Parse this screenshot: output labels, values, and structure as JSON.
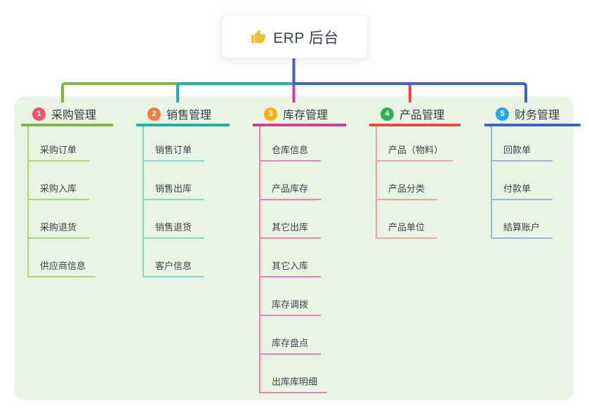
{
  "root": {
    "icon": "thumbs-up",
    "title": "ERP 后台"
  },
  "colors": {
    "canvas": "#FFFFFF",
    "panel": "#E7F5E2",
    "stem": "#4A5BC9",
    "thumb": "#F6BE2C",
    "title_text": "#3A4150",
    "node_text": "#333A45",
    "child_text": "#3C424C"
  },
  "branches": [
    {
      "index": "1",
      "label": "采购管理",
      "badge_color": "#F4516C",
      "line_color": "#7CBA3F",
      "child_line_color": "#ABD47F",
      "children": [
        "采购订单",
        "采购入库",
        "采购退货",
        "供应商信息"
      ]
    },
    {
      "index": "2",
      "label": "销售管理",
      "badge_color": "#F87B3F",
      "line_color": "#16B8AE",
      "child_line_color": "#82D9CF",
      "children": [
        "销售订单",
        "销售出库",
        "销售退货",
        "客户信息"
      ]
    },
    {
      "index": "3",
      "label": "库存管理",
      "badge_color": "#FCAD14",
      "line_color": "#D8389B",
      "child_line_color": "#F07EBE",
      "children": [
        "仓库信息",
        "产品库存",
        "其它出库",
        "其它入库",
        "库存调拨",
        "库存盘点",
        "出库库明细"
      ]
    },
    {
      "index": "4",
      "label": "产品管理",
      "badge_color": "#28B450",
      "line_color": "#F4443D",
      "child_line_color": "#F8A49D",
      "children": [
        "产品（物料）",
        "产品分类",
        "产品单位"
      ]
    },
    {
      "index": "5",
      "label": "财务管理",
      "badge_color": "#2BA2EE",
      "line_color": "#3E64D4",
      "child_line_color": "#9BB2E6",
      "children": [
        "回款单",
        "付款单",
        "结算账户"
      ]
    }
  ]
}
